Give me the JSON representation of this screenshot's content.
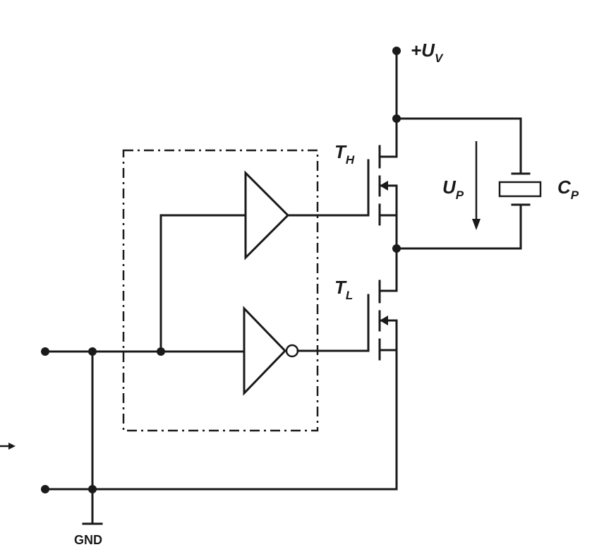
{
  "labels": {
    "supply": {
      "main": "+U",
      "sub": "V"
    },
    "high_transistor": {
      "main": "T",
      "sub": "H"
    },
    "low_transistor": {
      "main": "T",
      "sub": "L"
    },
    "voltage": {
      "main": "U",
      "sub": "P"
    },
    "capacitor": {
      "main": "C",
      "sub": "P"
    },
    "ground": "GND"
  }
}
